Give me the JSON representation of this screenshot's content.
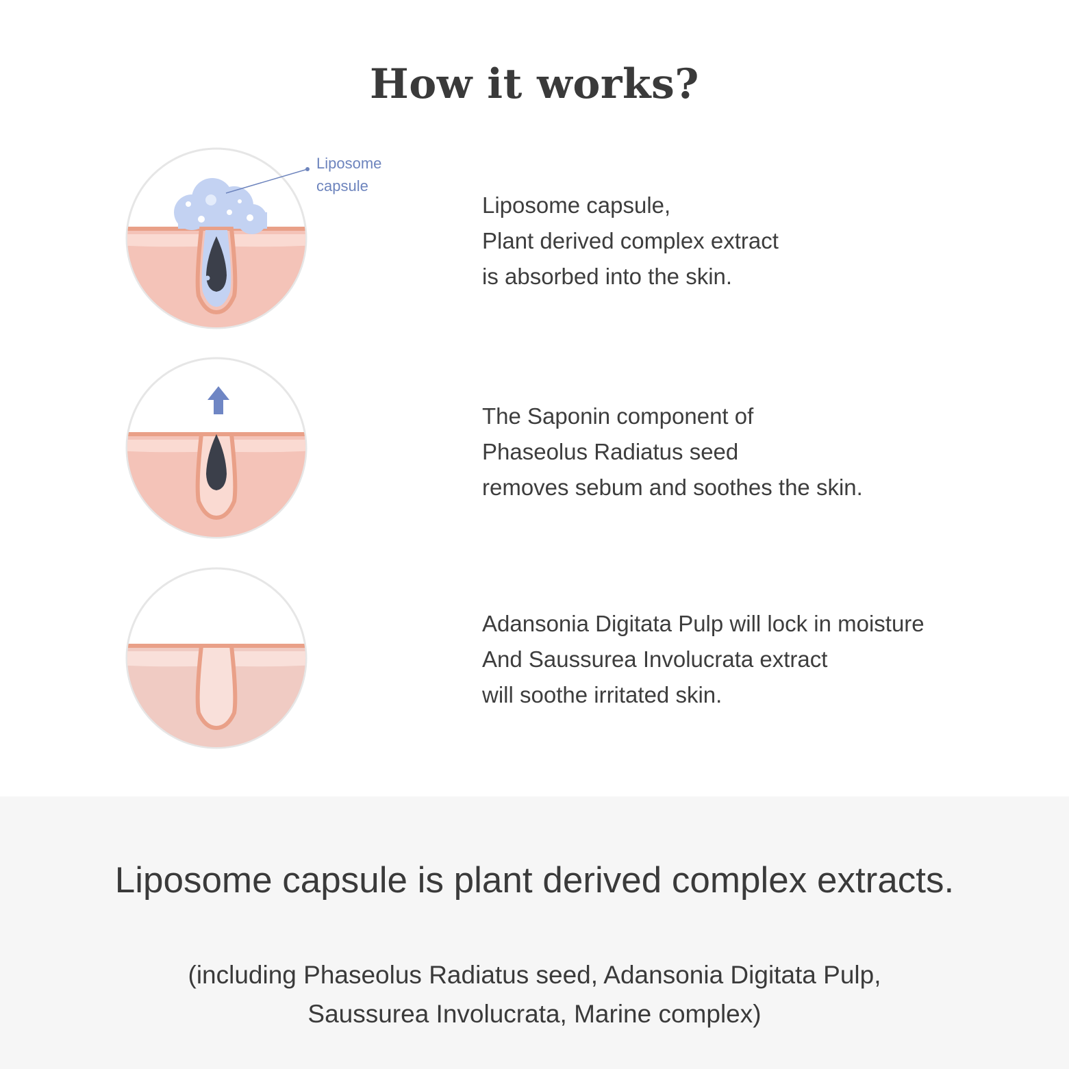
{
  "title": "How it works?",
  "callout": "Liposome\ncapsule",
  "steps": [
    {
      "text": "Liposome capsule,\nPlant derived complex extract\nis absorbed into the skin."
    },
    {
      "text": "The Saponin component of\nPhaseolus Radiatus seed\nremoves sebum and soothes the skin."
    },
    {
      "text": "Adansonia Digitata Pulp will lock in moisture\nAnd Saussurea Involucrata extract\nwill soothe irritated skin."
    }
  ],
  "footer": {
    "headline": "Liposome capsule is plant derived complex extracts.",
    "subtext": "(including Phaseolus Radiatus seed, Adansonia Digitata Pulp,\nSaussurea Involucrata, Marine complex)"
  },
  "colors": {
    "skin": "#f4c3b8",
    "skin_outline": "#e9a088",
    "sebum": "#3b3f4a",
    "capsule": "#c3d2f2",
    "arrow": "#6f86c4",
    "footer_bg": "#f6f6f6"
  }
}
